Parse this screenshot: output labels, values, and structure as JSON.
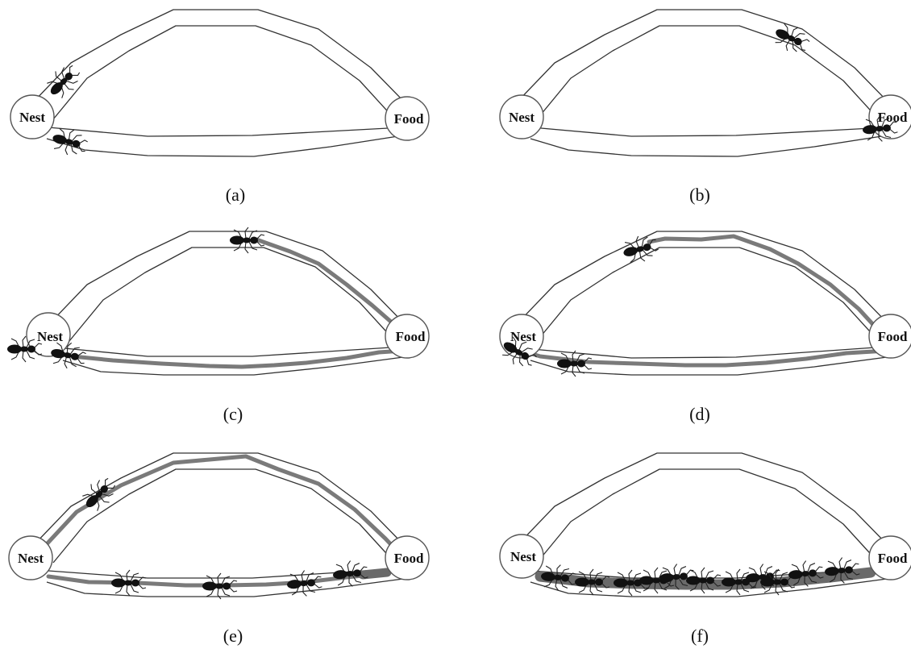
{
  "panels": [
    {
      "id": "a",
      "caption": "(a)",
      "nest_label": "Nest",
      "food_label": "Food"
    },
    {
      "id": "b",
      "caption": "(b)",
      "nest_label": "Nest",
      "food_label": "Food"
    },
    {
      "id": "c",
      "caption": "(c)",
      "nest_label": "Nest",
      "food_label": "Food"
    },
    {
      "id": "d",
      "caption": "(d)",
      "nest_label": "Nest",
      "food_label": "Food"
    },
    {
      "id": "e",
      "caption": "(e)",
      "nest_label": "Nest",
      "food_label": "Food"
    },
    {
      "id": "f",
      "caption": "(f)",
      "nest_label": "Nest",
      "food_label": "Food"
    }
  ],
  "colors": {
    "trail": "#7a7a7a",
    "trail_strong": "#6a6a6a",
    "ant": "#111111",
    "tube": "#333333",
    "node_stroke": "#555555"
  }
}
